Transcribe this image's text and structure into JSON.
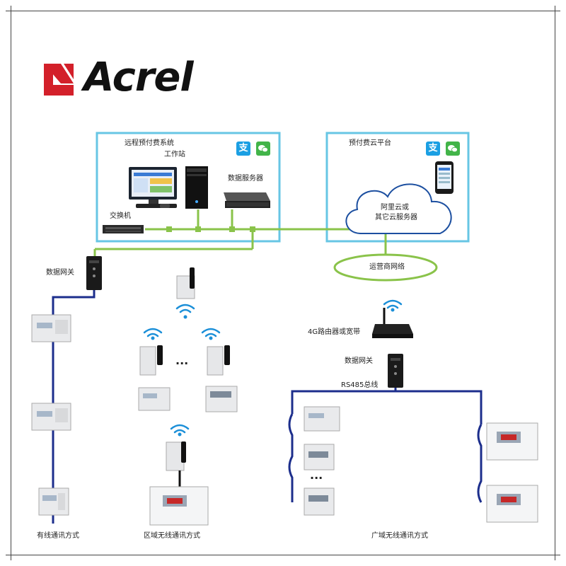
{
  "brand": {
    "name": "Acrel"
  },
  "colors": {
    "frame_border": "#67c6e4",
    "network_green": "#8ac34a",
    "bus_blue": "#1c2e8c",
    "logo_red": "#d3202a",
    "alipay_blue": "#1b9fe3",
    "wechat_green": "#42b449"
  },
  "icons": {
    "alipay": "支",
    "wechat": "wechat-icon",
    "wifi": "wifi-icon",
    "more": "···"
  },
  "system_box": {
    "title": "远程预付费系统",
    "workstation": "工作站",
    "data_server": "数据服务器",
    "switch": "交换机"
  },
  "cloud_box": {
    "title": "预付费云平台",
    "cloud_line1": "阿里云或",
    "cloud_line2": "其它云服务器"
  },
  "carrier_network": "运营商网络",
  "gateway_left": "数据网关",
  "gateway_right": "数据网关",
  "router": "4G路由器或宽带",
  "rs485": "RS485总线",
  "modes": {
    "wired": "有线通讯方式",
    "regional": "区域无线通讯方式",
    "wide": "广域无线通讯方式"
  },
  "meter_display": "----"
}
